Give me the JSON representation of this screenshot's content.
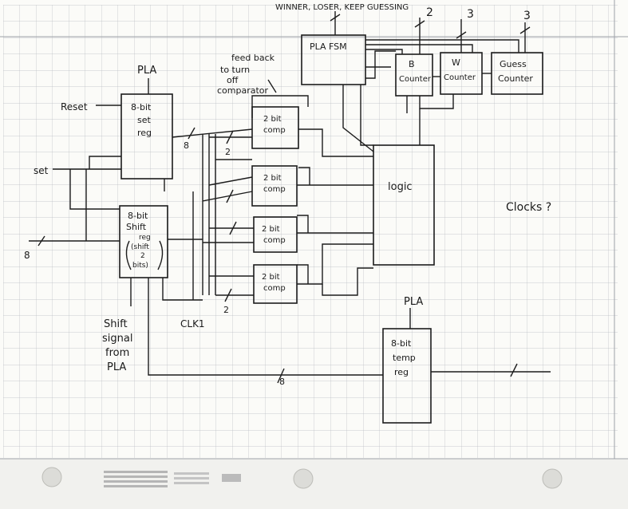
{
  "top_label": "WINNER, LOSER, KEEP GUESSING",
  "blocks": {
    "pla_fsm": "PLA FSM",
    "b_counter": [
      "B",
      "Counter"
    ],
    "w_counter": [
      "W",
      "Counter"
    ],
    "guess_counter": [
      "Guess",
      "Counter"
    ],
    "set_reg": [
      "8-bit",
      "set",
      "reg"
    ],
    "shift_reg": [
      "8-bit",
      "Shift",
      "reg",
      "(shift",
      "2",
      "bits)"
    ],
    "comp": [
      "2 bit",
      "comp"
    ],
    "logic": "logic",
    "temp_reg": [
      "8-bit",
      "temp",
      "reg"
    ]
  },
  "labels": {
    "pla_top": "PLA",
    "pla_temp": "PLA",
    "reset": "Reset",
    "set": "set",
    "feedback": [
      "feed back",
      "to turn",
      "off",
      "comparator"
    ],
    "clk1": "CLK1",
    "shift_signal": [
      "Shift",
      "signal",
      "from",
      "PLA"
    ],
    "clocks": "Clocks ?"
  },
  "bus_widths": {
    "counter_b": "2",
    "counter_w": "3",
    "counter_guess": "3",
    "set_out": "8",
    "shift_in": "8",
    "temp_bus": "8",
    "comp_in": "2"
  }
}
